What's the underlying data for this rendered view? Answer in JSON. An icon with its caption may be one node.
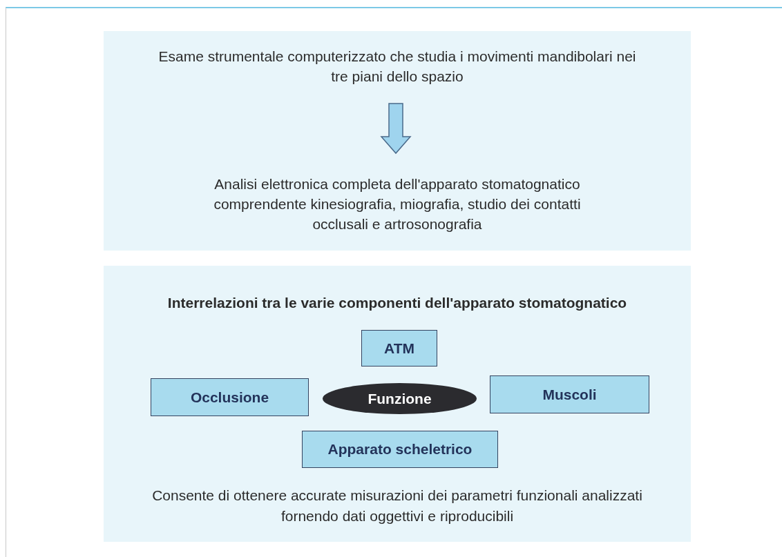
{
  "diagram": {
    "nodes": [
      {
        "text": [],
        "shape": "box"
      },
      {
        "text": [
          "Esame strumentale computerizzato che studia i movimenti mandibolari nei tre piani dello spazio"
        ],
        "in": 0
      },
      {
        "text": [
          "Analisi elettronica completa dell'apparato stomatognatico comprendente kinesiografia, miografia, studio dei contatti occlusali e artrosonografia"
        ],
        "in": 0
      },
      {
        "text": [
          "Interrelazioni tra le varie componenti dell'apparato stomatognatico",
          "Consente di ottenere accurate misurazioni dei parametri funzionali analizzati fornendo dati oggettivi e riproducibili"
        ]
      },
      {
        "text": [
          "ATM"
        ],
        "in": 3
      },
      {
        "text": [
          "Occlusione"
        ],
        "in": 3
      },
      {
        "text": [
          "Funzione"
        ],
        "in": 3
      },
      {
        "text": [
          "Muscoli"
        ],
        "in": 3
      },
      {
        "text": [
          "Apparato scheletrico"
        ],
        "in": 3
      }
    ],
    "edges": [
      {
        "from": 1,
        "to": 2,
        "arrow": "to",
        "style": "thick"
      }
    ]
  }
}
